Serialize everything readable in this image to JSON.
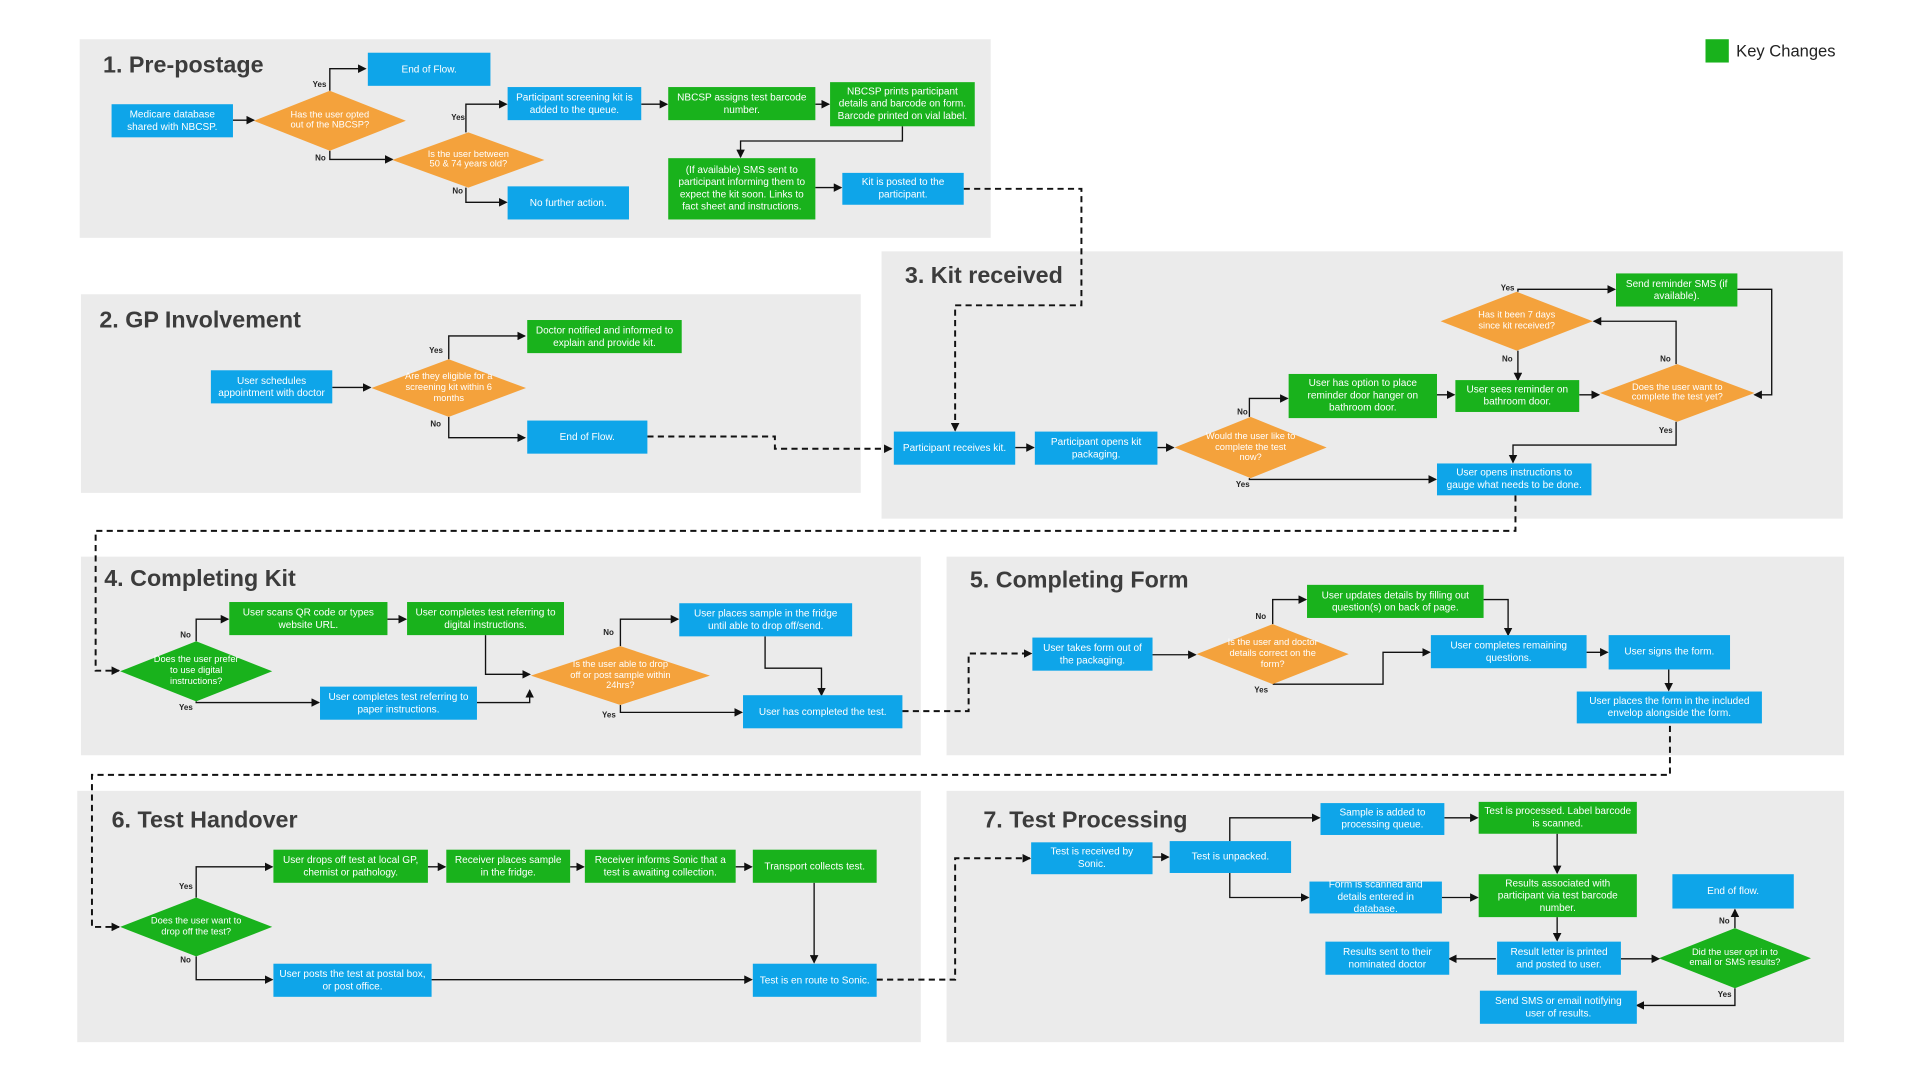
{
  "legend": {
    "label": "Key Changes",
    "color": "#19b21c"
  },
  "colors": {
    "blue": "#0ea5e9",
    "green": "#19b21c",
    "orange": "#f4a23c",
    "panel": "#ebebeb"
  },
  "branch_labels": {
    "yes": "Yes",
    "no": "No"
  },
  "panels": [
    {
      "id": "p1",
      "title": "1. Pre-postage"
    },
    {
      "id": "p2",
      "title": "2. GP Involvement"
    },
    {
      "id": "p3",
      "title": "3. Kit received"
    },
    {
      "id": "p4",
      "title": "4. Completing Kit"
    },
    {
      "id": "p5",
      "title": "5. Completing Form"
    },
    {
      "id": "p6",
      "title": "6. Test Handover"
    },
    {
      "id": "p7",
      "title": "7. Test Processing"
    }
  ],
  "nodes": {
    "medicare": "Medicare database shared with NBCSP.",
    "opted_out": "Has the user opted out of the NBCSP?",
    "end1": "End of Flow.",
    "age_check": "Is the user between 50 & 74 years old?",
    "no_action": "No further action.",
    "kit_queue": "Participant screening kit is added to the queue.",
    "assign_barcode": "NBCSP assigns test barcode number.",
    "print_details": "NBCSP prints participant details and barcode on form. Barcode printed on vial label.",
    "sms_notify": "(If available) SMS sent to participant informing them to expect the kit soon. Links to fact sheet and instructions.",
    "kit_posted": "Kit is posted to the participant.",
    "schedule_gp": "User schedules appointment with doctor",
    "eligible": "Are they eligible for a screening kit within 6 months",
    "doctor_notified": "Doctor notified and informed to explain and provide kit.",
    "end2": "End of Flow.",
    "receives_kit": "Participant receives kit.",
    "opens_kit": "Participant opens kit packaging.",
    "complete_now": "Would the user like to complete the test now?",
    "door_hanger": "User has option to place reminder door hanger on bathroom door.",
    "sees_reminder": "User sees reminder on bathroom door.",
    "want_complete": "Does the user want to complete the test yet?",
    "seven_days": "Has it been 7 days since kit received?",
    "reminder_sms": "Send reminder SMS (if available).",
    "open_instructions": "User opens instructions to gauge what needs to be done.",
    "prefer_digital": "Does the user prefer to use digital instructions?",
    "scan_qr": "User scans QR code or types website URL.",
    "digital_instr": "User completes test referring to digital instructions.",
    "paper_instr": "User completes test referring to paper instructions.",
    "drop_24": "Is the user able to drop off or post sample within 24hrs?",
    "fridge": "User places sample in the fridge until able to drop off/send.",
    "completed_test": "User has completed the test.",
    "takes_form": "User takes form out of the packaging.",
    "details_correct": "Is the user and doctor details correct on the form?",
    "updates_details": "User updates details by filling out question(s) on back of page.",
    "remaining_q": "User completes remaining questions.",
    "signs_form": "User signs the form.",
    "places_form": "User places the form in the included envelop alongside the form.",
    "drop_off_q": "Does the user want to drop off the test?",
    "drops_gp": "User drops off test at local GP, chemist or pathology.",
    "receiver_fridge": "Receiver places sample in the fridge.",
    "receiver_informs": "Receiver informs Sonic that a test is awaiting collection.",
    "transport": "Transport collects test.",
    "posts_test": "User posts the test at postal box, or post office.",
    "en_route": "Test is en route to Sonic.",
    "received_sonic": "Test is received by Sonic.",
    "unpacked": "Test is unpacked.",
    "sample_queue": "Sample is added to processing queue.",
    "processed": "Test is processed. Label barcode is scanned.",
    "form_scanned": "Form is scanned and details entered in database.",
    "results_assoc": "Results associated with participant via test barcode number.",
    "letter_printed": "Result letter is printed and posted to user.",
    "sent_doctor": "Results sent to their nominated doctor",
    "opt_email": "Did the user opt in to email or SMS results?",
    "end7": "End of flow.",
    "send_sms": "Send SMS or email notifying user of results."
  }
}
